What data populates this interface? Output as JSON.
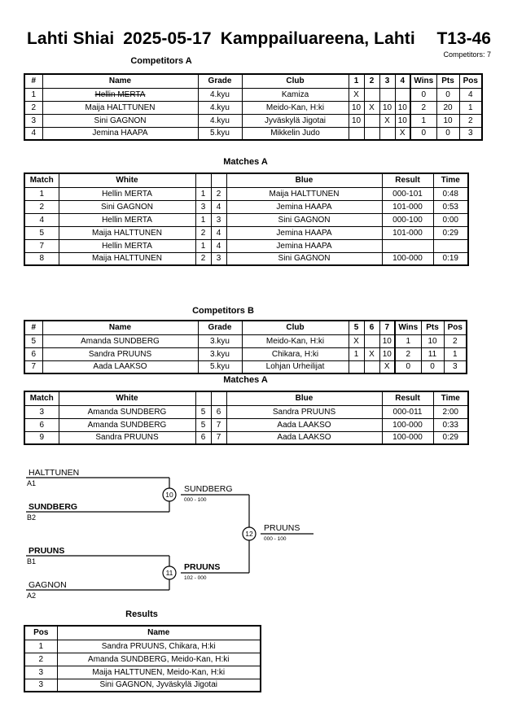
{
  "header": {
    "event": "Lahti Shiai",
    "date": "2025-05-17",
    "venue": "Kamppailuareena, Lahti",
    "pool_code": "T13-46",
    "competitors_label": "Competitors: 7"
  },
  "pool_a": {
    "caption": "Competitors A",
    "columns": [
      "#",
      "Name",
      "Grade",
      "Club",
      "1",
      "2",
      "3",
      "4",
      "Wins",
      "Pts",
      "Pos"
    ],
    "rows": [
      {
        "num": "1",
        "name": "Hellin MERTA",
        "withdrawn": true,
        "grade": "4.kyu",
        "club": "Kamiza",
        "cells": [
          "X",
          "",
          "",
          ""
        ],
        "wins": "0",
        "pts": "0",
        "pos": "4"
      },
      {
        "num": "2",
        "name": "Maija HALTTUNEN",
        "withdrawn": false,
        "grade": "4.kyu",
        "club": "Meido-Kan, H:ki",
        "cells": [
          "10",
          "X",
          "10",
          "10"
        ],
        "wins": "2",
        "pts": "20",
        "pos": "1"
      },
      {
        "num": "3",
        "name": "Sini GAGNON",
        "withdrawn": false,
        "grade": "4.kyu",
        "club": "Jyväskylä Jigotai",
        "cells": [
          "10",
          "",
          "X",
          "10"
        ],
        "wins": "1",
        "pts": "10",
        "pos": "2"
      },
      {
        "num": "4",
        "name": "Jemina HAAPA",
        "withdrawn": false,
        "grade": "5.kyu",
        "club": "Mikkelin Judo",
        "cells": [
          "",
          "",
          "",
          "X"
        ],
        "wins": "0",
        "pts": "0",
        "pos": "3"
      }
    ]
  },
  "matches_a": {
    "caption": "Matches A",
    "columns": [
      "Match",
      "White",
      "",
      "",
      "Blue",
      "Result",
      "Time"
    ],
    "rows": [
      {
        "match": "1",
        "white": "Hellin MERTA",
        "white_win": false,
        "wnum": "1",
        "bnum": "2",
        "blue": "Maija HALTTUNEN",
        "blue_win": true,
        "result": "000-101",
        "time": "0:48"
      },
      {
        "match": "2",
        "white": "Sini GAGNON",
        "white_win": true,
        "wnum": "3",
        "bnum": "4",
        "blue": "Jemina HAAPA",
        "blue_win": false,
        "result": "101-000",
        "time": "0:53"
      },
      {
        "match": "4",
        "white": "Hellin MERTA",
        "white_win": false,
        "wnum": "1",
        "bnum": "3",
        "blue": "Sini GAGNON",
        "blue_win": true,
        "result": "000-100",
        "time": "0:00"
      },
      {
        "match": "5",
        "white": "Maija HALTTUNEN",
        "white_win": true,
        "wnum": "2",
        "bnum": "4",
        "blue": "Jemina HAAPA",
        "blue_win": false,
        "result": "101-000",
        "time": "0:29"
      },
      {
        "match": "7",
        "white": "Hellin MERTA",
        "white_win": false,
        "wnum": "1",
        "bnum": "4",
        "blue": "Jemina HAAPA",
        "blue_win": false,
        "result": "",
        "time": ""
      },
      {
        "match": "8",
        "white": "Maija HALTTUNEN",
        "white_win": true,
        "wnum": "2",
        "bnum": "3",
        "blue": "Sini GAGNON",
        "blue_win": false,
        "result": "100-000",
        "time": "0:19"
      }
    ]
  },
  "pool_b": {
    "caption": "Competitors B",
    "columns": [
      "#",
      "Name",
      "Grade",
      "Club",
      "5",
      "6",
      "7",
      "Wins",
      "Pts",
      "Pos"
    ],
    "rows": [
      {
        "num": "5",
        "name": "Amanda SUNDBERG",
        "withdrawn": false,
        "grade": "3.kyu",
        "club": "Meido-Kan, H:ki",
        "cells": [
          "X",
          "",
          "10"
        ],
        "wins": "1",
        "pts": "10",
        "pos": "2"
      },
      {
        "num": "6",
        "name": "Sandra PRUUNS",
        "withdrawn": false,
        "grade": "3.kyu",
        "club": "Chikara, H:ki",
        "cells": [
          "1",
          "X",
          "10"
        ],
        "wins": "2",
        "pts": "11",
        "pos": "1"
      },
      {
        "num": "7",
        "name": "Aada LAAKSO",
        "withdrawn": false,
        "grade": "5.kyu",
        "club": "Lohjan Urheilijat",
        "cells": [
          "",
          "",
          "X"
        ],
        "wins": "0",
        "pts": "0",
        "pos": "3"
      }
    ]
  },
  "matches_b": {
    "caption": "Matches A",
    "columns": [
      "Match",
      "White",
      "",
      "",
      "Blue",
      "Result",
      "Time"
    ],
    "rows": [
      {
        "match": "3",
        "white": "Amanda SUNDBERG",
        "white_win": false,
        "wnum": "5",
        "bnum": "6",
        "blue": "Sandra PRUUNS",
        "blue_win": true,
        "result": "000-011",
        "time": "2:00"
      },
      {
        "match": "6",
        "white": "Amanda SUNDBERG",
        "white_win": true,
        "wnum": "5",
        "bnum": "7",
        "blue": "Aada LAAKSO",
        "blue_win": false,
        "result": "100-000",
        "time": "0:33"
      },
      {
        "match": "9",
        "white": "Sandra PRUUNS",
        "white_win": true,
        "wnum": "6",
        "bnum": "7",
        "blue": "Aada LAAKSO",
        "blue_win": false,
        "result": "100-000",
        "time": "0:29"
      }
    ]
  },
  "bracket": {
    "entries": [
      {
        "name": "HALTTUNEN",
        "seed": "A1",
        "winner": false
      },
      {
        "name": "SUNDBERG",
        "seed": "B2",
        "winner": true
      },
      {
        "name": "PRUUNS",
        "seed": "B1",
        "winner": true
      },
      {
        "name": "GAGNON",
        "seed": "A2",
        "winner": false
      }
    ],
    "nodes": [
      {
        "match": "10",
        "winner": "SUNDBERG",
        "score": "000 - 100",
        "bold": false
      },
      {
        "match": "11",
        "winner": "PRUUNS",
        "score": "102 - 000",
        "bold": true
      },
      {
        "match": "12",
        "winner": "PRUUNS",
        "score": "000 - 100",
        "bold": false
      }
    ]
  },
  "results": {
    "caption": "Results",
    "columns": [
      "Pos",
      "Name"
    ],
    "rows": [
      {
        "pos": "1",
        "name": "Sandra PRUUNS, Chikara, H:ki"
      },
      {
        "pos": "2",
        "name": "Amanda SUNDBERG, Meido-Kan, H:ki"
      },
      {
        "pos": "3",
        "name": "Maija HALTTUNEN, Meido-Kan, H:ki"
      },
      {
        "pos": "3",
        "name": "Sini GAGNON, Jyväskylä Jigotai"
      }
    ]
  }
}
